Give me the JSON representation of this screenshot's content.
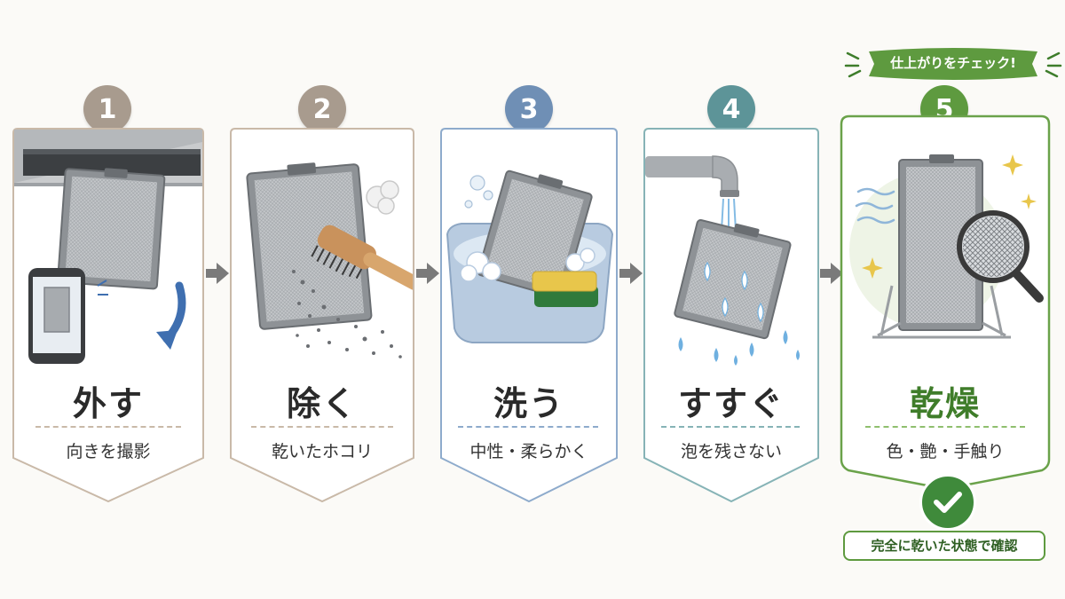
{
  "banner": {
    "label": "仕上がりをチェック!"
  },
  "steps": [
    {
      "num": "1",
      "title": "外す",
      "subtitle": "向きを撮影",
      "color": "#a89b8e",
      "icon": "hood-filter-removal"
    },
    {
      "num": "2",
      "title": "除く",
      "subtitle": "乾いたホコリ",
      "color": "#a89b8e",
      "icon": "brush-dust"
    },
    {
      "num": "3",
      "title": "洗う",
      "subtitle": "中性・柔らかく",
      "color": "#6f8fb5",
      "icon": "basin-sponge"
    },
    {
      "num": "4",
      "title": "すすぐ",
      "subtitle": "泡を残さない",
      "color": "#5d9498",
      "icon": "faucet-rinse"
    },
    {
      "num": "5",
      "title": "乾燥",
      "subtitle": "色・艶・手触り",
      "color": "#5e9a3f",
      "icon": "filter-stand-magnifier"
    }
  ],
  "check": {
    "label": "完全に乾いた状態で確認"
  }
}
